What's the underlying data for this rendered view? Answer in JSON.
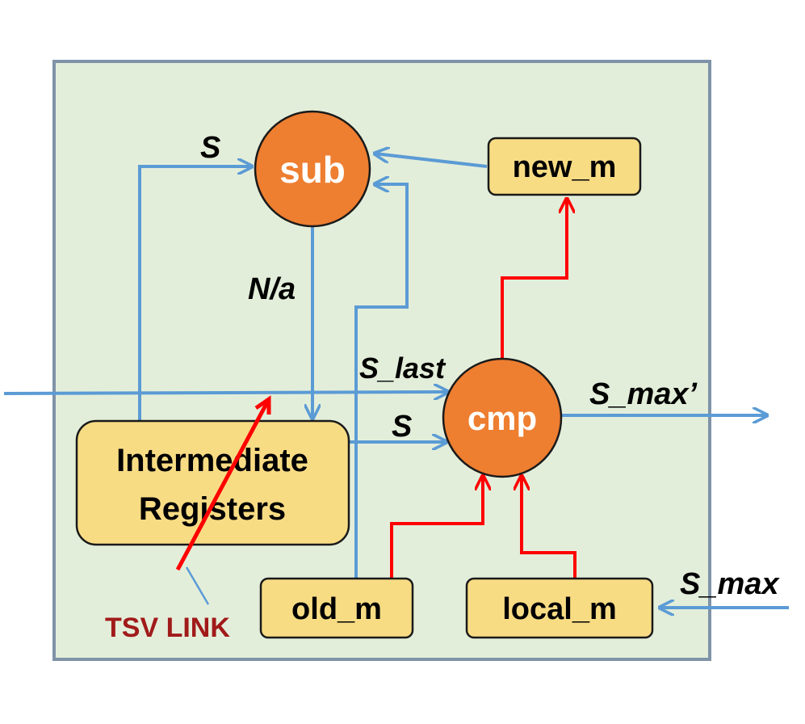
{
  "colors": {
    "background": "#ffffff",
    "module_fill": "#e3eeda",
    "module_border": "#7f93a8",
    "register_fill": "#f8dc84",
    "register_border": "#1a1a1a",
    "operator_fill": "#ee7e30",
    "data_path": "#5b9bd5",
    "compare_path": "#ff0000",
    "tsv_label": "#a11a1a"
  },
  "operators": {
    "sub": "sub",
    "cmp": "cmp"
  },
  "registers": {
    "intermediate_line1": "Intermediate",
    "intermediate_line2": "Registers",
    "new_m": "new_m",
    "old_m": "old_m",
    "local_m": "local_m"
  },
  "signals": {
    "s_to_sub": "S",
    "n_over_a": "N/a",
    "s_last": "S_last",
    "s_to_cmp": "S",
    "s_max_prime": "S_max’",
    "s_max": "S_max"
  },
  "annotations": {
    "tsv_link": "TSV LINK"
  }
}
